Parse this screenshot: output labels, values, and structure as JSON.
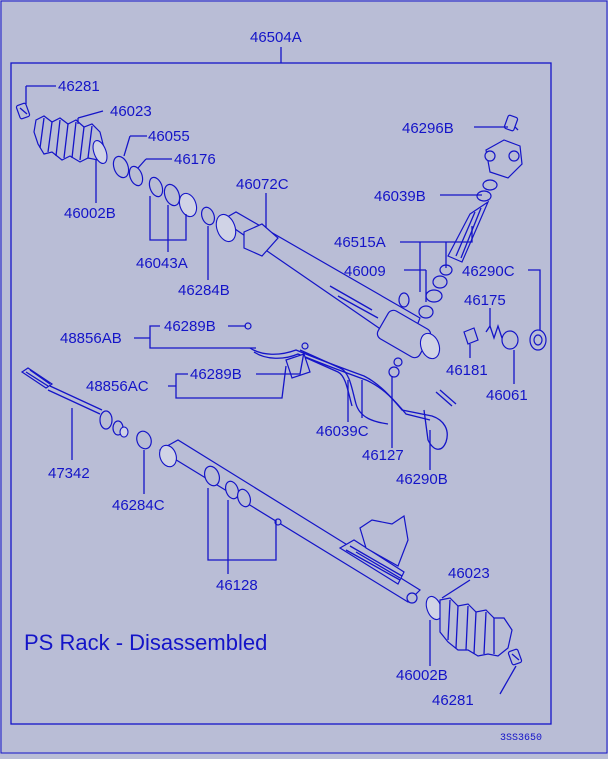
{
  "diagram": {
    "assembly_number": "46504A",
    "caption": "PS Rack - Disassembled",
    "drawing_code": "3SS3650",
    "labels": {
      "p46281_top": "46281",
      "p46023_top": "46023",
      "p46055": "46055",
      "p46176": "46176",
      "p46002B_top": "46002B",
      "p46072C": "46072C",
      "p46043A": "46043A",
      "p46284B": "46284B",
      "p46296B": "46296B",
      "p46039B": "46039B",
      "p46515A": "46515A",
      "p46009": "46009",
      "p46290C": "46290C",
      "p46175": "46175",
      "p46181": "46181",
      "p46061": "46061",
      "p48856AB": "48856AB",
      "p46289B_top": "46289B",
      "p48856AC": "48856AC",
      "p46289B_mid": "46289B",
      "p46039C": "46039C",
      "p46127": "46127",
      "p46290B": "46290B",
      "p47342": "47342",
      "p46284C": "46284C",
      "p46128": "46128",
      "p46023_bot": "46023",
      "p46002B_bot": "46002B",
      "p46281_bot": "46281"
    }
  },
  "colors": {
    "background": "#b9bdd6",
    "ink": "#1414c8"
  }
}
